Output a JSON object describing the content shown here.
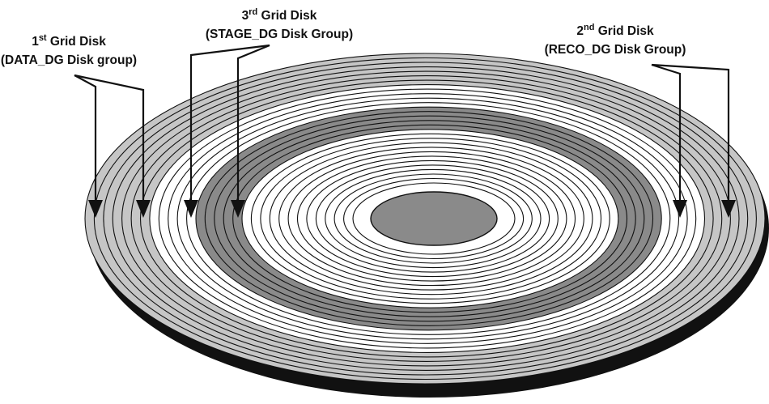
{
  "labels": {
    "disk1": {
      "ordinal": "1",
      "suffix": "st",
      "line1_rest": " Grid Disk",
      "line2": "(DATA_DG Disk group)"
    },
    "disk2": {
      "ordinal": "2",
      "suffix": "nd",
      "line1_rest": "  Grid Disk",
      "line2": "(RECO_DG Disk Group)"
    },
    "disk3": {
      "ordinal": "3",
      "suffix": "rd",
      "line1_rest": " Grid Disk",
      "line2": "(STAGE_DG Disk Group)"
    }
  },
  "colors": {
    "outer_band": "#c6c6c6",
    "inner_band": "#8a8a8a",
    "white_band": "#ffffff",
    "hub": "#8a8a8a",
    "edge": "#111111",
    "ink": "#111111"
  }
}
